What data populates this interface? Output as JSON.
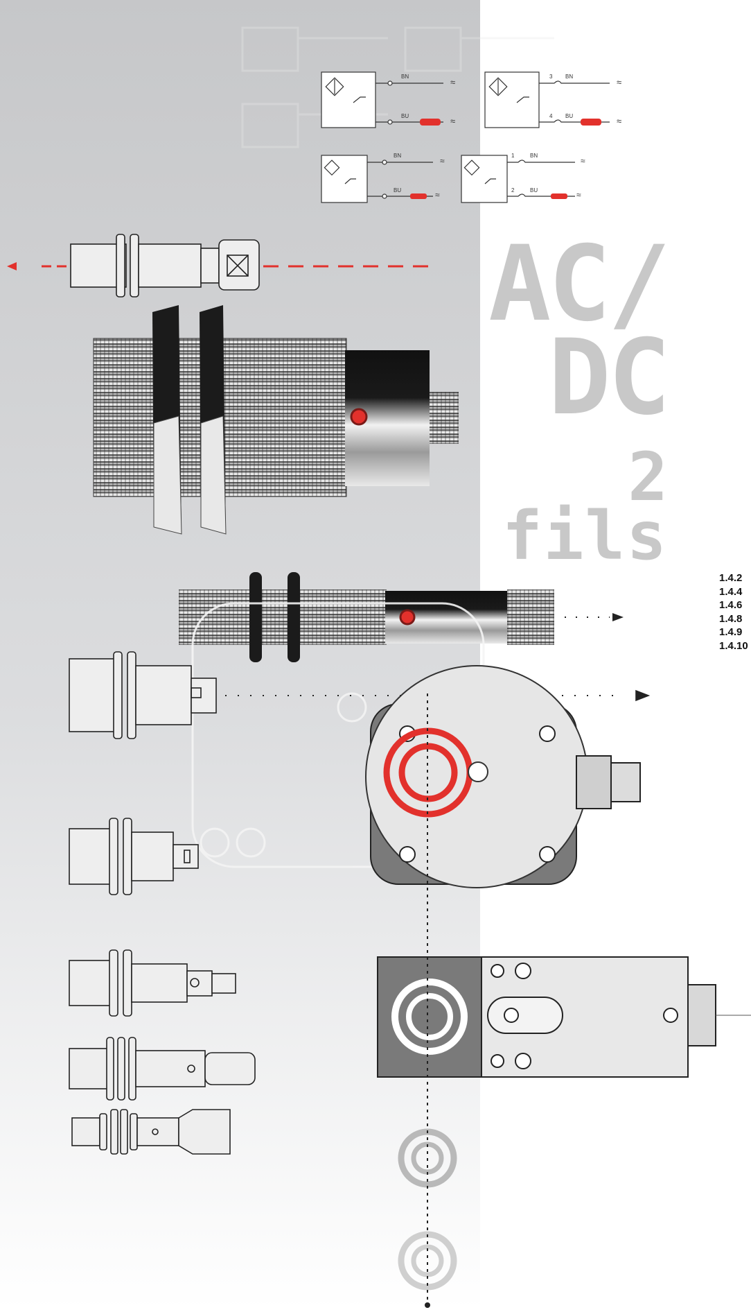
{
  "title": {
    "line1": "AC/",
    "line2": "DC",
    "line3": "2",
    "line4": "fils"
  },
  "wiring": {
    "wire_top": "BN",
    "wire_bottom": "BU",
    "pin_top": "3",
    "pin_bottom": "4",
    "pin_top_b": "1",
    "pin_bottom_b": "2",
    "symbol": "≈"
  },
  "toc": [
    "1.4.2",
    "1.4.4",
    "1.4.6",
    "1.4.8",
    "1.4.9",
    "1.4.10"
  ],
  "colors": {
    "panel_top": "#c7c8ca",
    "panel_bottom": "#f4f4f5",
    "accent_red": "#e2312c",
    "title_gray": "#c8c8c8"
  }
}
